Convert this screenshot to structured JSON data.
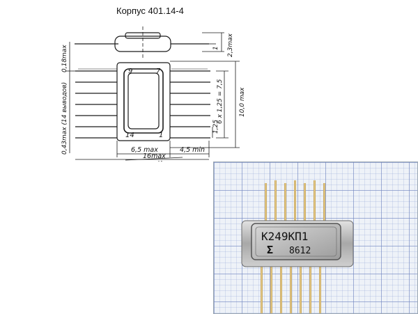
{
  "title": "Корпус 401.14-4",
  "dimensions": {
    "height_max": "2,3max",
    "lead_thickness": "0,18max",
    "one": "1",
    "pitch": "6 x 1,25 = 7,5",
    "length_max": "10,0 max",
    "lead_pitch": "1,25",
    "lead_width": "0,43max (14 выводов)",
    "body_width": "6,5 max",
    "lead_len": "4,5 min",
    "total_width": "16max",
    "key": "Ключ"
  },
  "pins": {
    "p9": "9",
    "p7": "7",
    "p14": "14",
    "p1": "1"
  },
  "chip": {
    "part_number": "К249КП1",
    "logo": "Σ",
    "date_code": "8612"
  },
  "colors": {
    "line": "#1a1a1a",
    "gold": "#d8b86a",
    "metal": "#c9c9c9",
    "grid": "#7b8fcf"
  }
}
